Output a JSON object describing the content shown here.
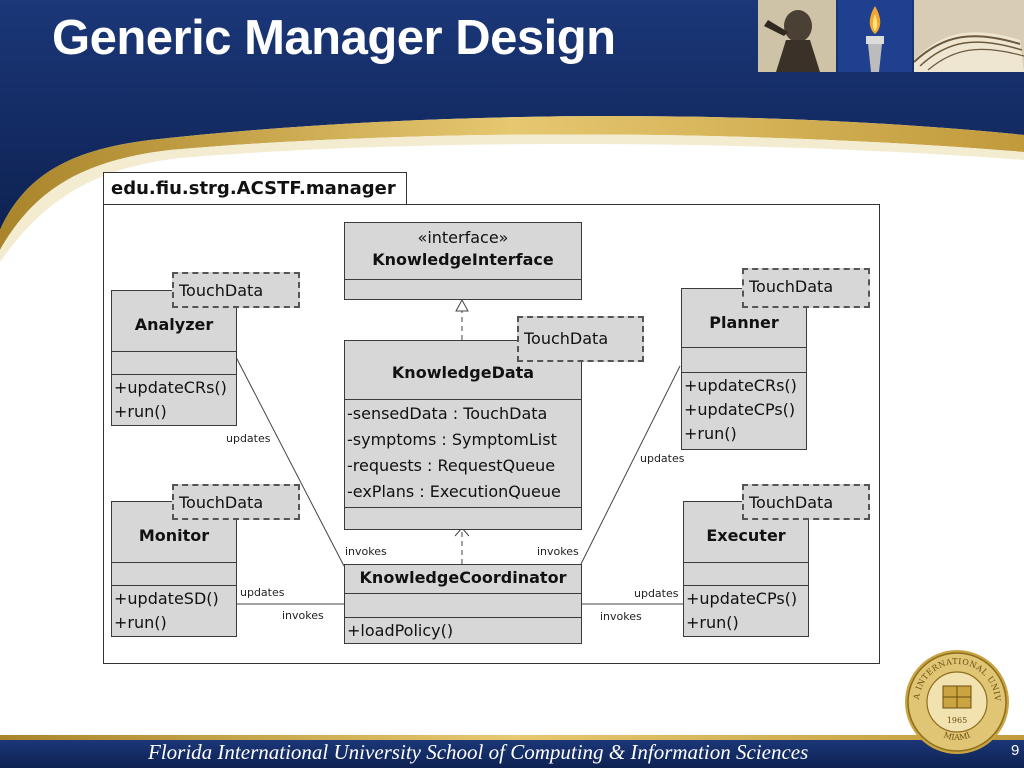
{
  "slide": {
    "title": "Generic Manager Design",
    "footer": "Florida International University School of Computing & Information Sciences",
    "page_number": "9",
    "seal_text": "FLORIDA INTERNATIONAL UNIVERSITY",
    "seal_year": "1965",
    "seal_bottom": "MIAMI"
  },
  "colors": {
    "navy": "#12285c",
    "gold": "#c9a441",
    "class_fill": "#d7d7d7",
    "line": "#3a3a3a"
  },
  "diagram": {
    "package": "edu.fiu.strg.ACSTF.manager",
    "interface": {
      "stereotype": "«interface»",
      "name": "KnowledgeInterface"
    },
    "knowledge_data": {
      "name": "KnowledgeData",
      "param": "TouchData",
      "attributes": [
        "-sensedData    : TouchData",
        "-symptoms  : SymptomList",
        "-requests  : RequestQueue",
        "-exPlans : ExecutionQueue"
      ]
    },
    "analyzer": {
      "name": "Analyzer",
      "param": "TouchData",
      "methods": [
        "+updateCRs()",
        "+run()"
      ]
    },
    "monitor": {
      "name": "Monitor",
      "param": "TouchData",
      "methods": [
        "+updateSD()",
        "+run()"
      ]
    },
    "planner": {
      "name": "Planner",
      "param": "TouchData",
      "methods": [
        "+updateCRs()",
        "+updateCPs()",
        "+run()"
      ]
    },
    "executer": {
      "name": "Executer",
      "param": "TouchData",
      "methods": [
        "+updateCPs()",
        "+run()"
      ]
    },
    "coordinator": {
      "name": "KnowledgeCoordinator",
      "methods": [
        "+loadPolicy()"
      ]
    },
    "labels": {
      "analyzer_updates": "updates",
      "planner_updates": "updates",
      "left_invokes": "invokes",
      "right_invokes": "invokes",
      "monitor_updates": "updates",
      "monitor_invokes": "invokes",
      "executer_updates": "updates",
      "executer_invokes": "invokes"
    }
  }
}
